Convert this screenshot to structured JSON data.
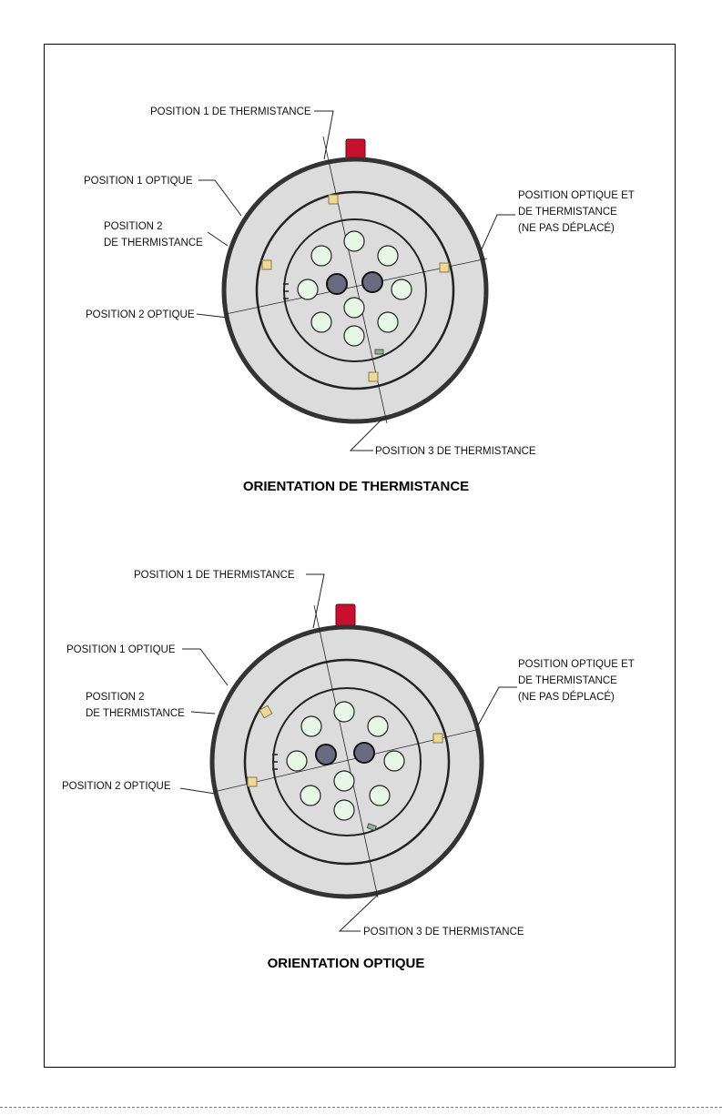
{
  "colors": {
    "disc": "#dcdcdc",
    "ring": "#222222",
    "hole": "#e6f7e6",
    "connector": "#c8102e",
    "sensor": "#efd79a",
    "probe": "#6a6a80"
  },
  "diagrams": [
    {
      "title": "ORIENTATION DE THERMISTANCE",
      "labels": {
        "pos1_therm": "POSITION 1 DE THERMISTANCE",
        "pos1_opt": "POSITION 1 OPTIQUE",
        "pos2_therm_l1": "POSITION 2",
        "pos2_therm_l2": "DE THERMISTANCE",
        "pos2_opt": "POSITION 2 OPTIQUE",
        "pos3_therm": "POSITION 3 DE THERMISTANCE",
        "fixed_l1": "POSITION OPTIQUE ET",
        "fixed_l2": "DE THERMISTANCE",
        "fixed_l3": "(NE PAS DÉPLACÉ)"
      }
    },
    {
      "title": "ORIENTATION OPTIQUE",
      "labels": {
        "pos1_therm": "POSITION 1 DE THERMISTANCE",
        "pos1_opt": "POSITION 1 OPTIQUE",
        "pos2_therm_l1": "POSITION 2",
        "pos2_therm_l2": "DE THERMISTANCE",
        "pos2_opt": "POSITION 2 OPTIQUE",
        "pos3_therm": "POSITION 3 DE THERMISTANCE",
        "fixed_l1": "POSITION OPTIQUE ET",
        "fixed_l2": "DE THERMISTANCE",
        "fixed_l3": "(NE PAS DÉPLACÉ)"
      }
    }
  ]
}
